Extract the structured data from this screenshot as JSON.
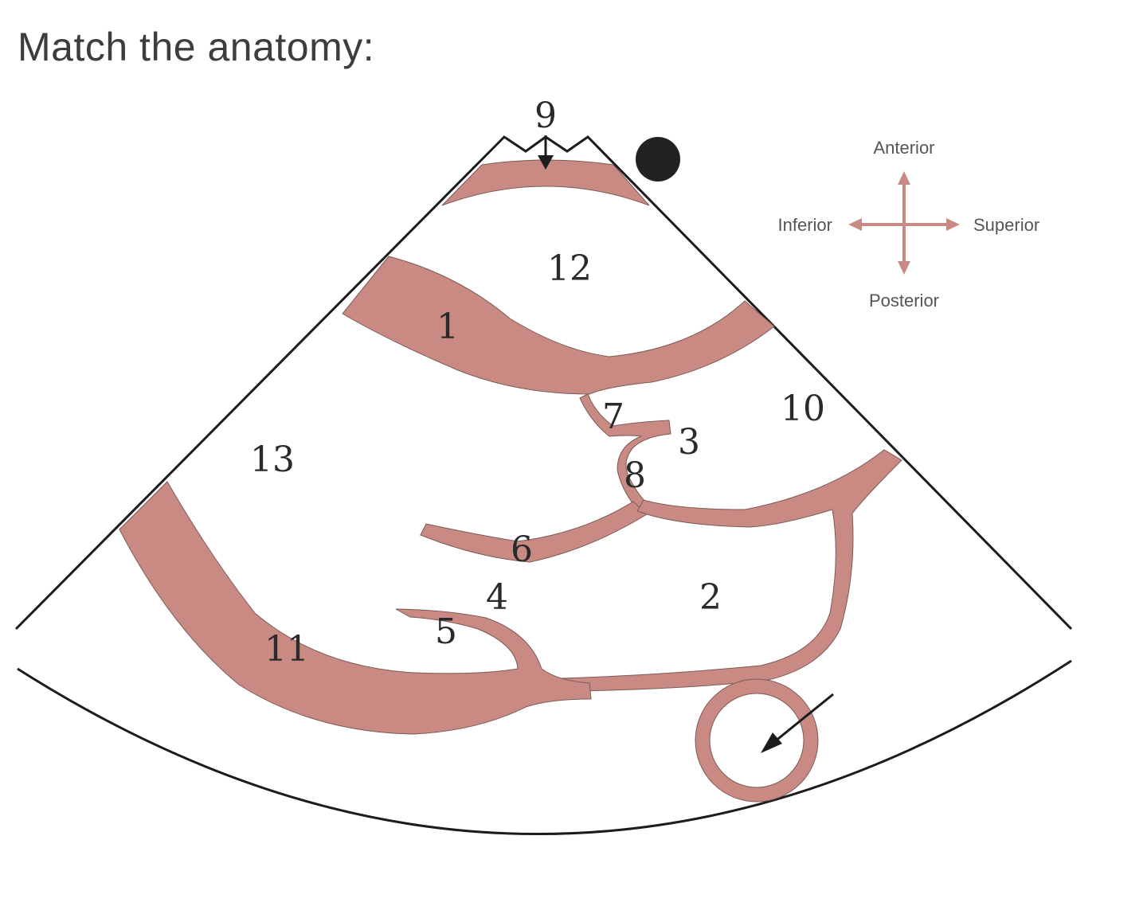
{
  "question": {
    "text": "Match the anatomy:"
  },
  "diagram": {
    "labels": {
      "l1": "1",
      "l2": "2",
      "l3": "3",
      "l4": "4",
      "l5": "5",
      "l6": "6",
      "l7": "7",
      "l8": "8",
      "l9": "9",
      "l10": "10",
      "l11": "11",
      "l12": "12",
      "l13": "13"
    },
    "orientation": {
      "anterior": "Anterior",
      "posterior": "Posterior",
      "inferior": "Inferior",
      "superior": "Superior"
    },
    "colors": {
      "tissue": "#c98a84",
      "outline": "#6b4a47",
      "line": "#1c1c1c",
      "marker": "#222222"
    }
  }
}
